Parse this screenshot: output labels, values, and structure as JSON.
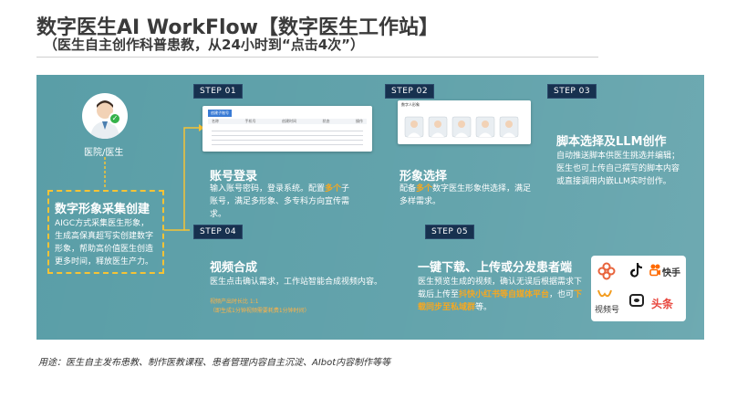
{
  "title": "数字医生AI WorkFlow【数字医生工作站】",
  "subtitle": "（医生自主创作科普患教，从24小时到“点击4次”）",
  "doctor_label": "医院/医生",
  "collect": {
    "title": "数字形象采集创建",
    "desc_lines": [
      "AIGC方式采集医生形象，",
      "生成高保真超写实创建数字",
      "形象，帮助高价值医生创造",
      "更多时间，释放医生产力。"
    ]
  },
  "steps": [
    {
      "badge": "STEP 01",
      "title": "账号登录",
      "desc_parts": [
        {
          "text": "输入账号密码，登录系统。配置",
          "hl": false
        },
        {
          "text": "多个",
          "hl": true
        },
        {
          "text": "子账号，满足多形象、多专科方向宣传需求。",
          "hl": false
        }
      ]
    },
    {
      "badge": "STEP 02",
      "title": "形象选择",
      "desc_parts": [
        {
          "text": "配备",
          "hl": false
        },
        {
          "text": "多个",
          "hl": true
        },
        {
          "text": "数字医生形象供选择，满足多样需求。",
          "hl": false
        }
      ]
    },
    {
      "badge": "STEP 03",
      "title": "脚本选择及LLM创作",
      "desc_lines": [
        "自动推送脚本供医生挑选并编辑；",
        "医生也可上传自己撰写的脚本内容",
        "或直接调用内嵌LLM实时创作。"
      ]
    },
    {
      "badge": "STEP 04",
      "title": "视频合成",
      "desc": "医生点击确认需求，工作站智能合成视频内容。",
      "note_lines": [
        "视频产出时长比  1:1",
        "（即生成1分钟视频需要耗费1分钟时间）"
      ]
    },
    {
      "badge": "STEP 05",
      "title": "一键下载、上传或分发患者端",
      "desc_parts": [
        {
          "text": "医生预览生成的视频，确认无误后根据需求下载后上传至",
          "hl": false
        },
        {
          "text": "抖快小红书等自媒体平台",
          "hl": true
        },
        {
          "text": "，也可",
          "hl": false
        },
        {
          "text": "下载同步至私域群",
          "hl": true
        },
        {
          "text": "等。",
          "hl": false
        }
      ]
    }
  ],
  "shot1": {
    "button": "创建子账号",
    "headers": [
      "名称",
      "手机号",
      "创建时间",
      "状态",
      "操作"
    ]
  },
  "shot2": {
    "title": "数字人形象"
  },
  "logos": [
    "快手",
    "视频号",
    "头条"
  ],
  "usage": "用途：医生自主发布患教、制作医教课程、患者管理内容自主沉淀、AIbot内容制作等等",
  "colors": {
    "panel": "#5a9ea7",
    "badge": "#17314f",
    "highlight": "#f6a821",
    "dash": "#f6c335"
  }
}
